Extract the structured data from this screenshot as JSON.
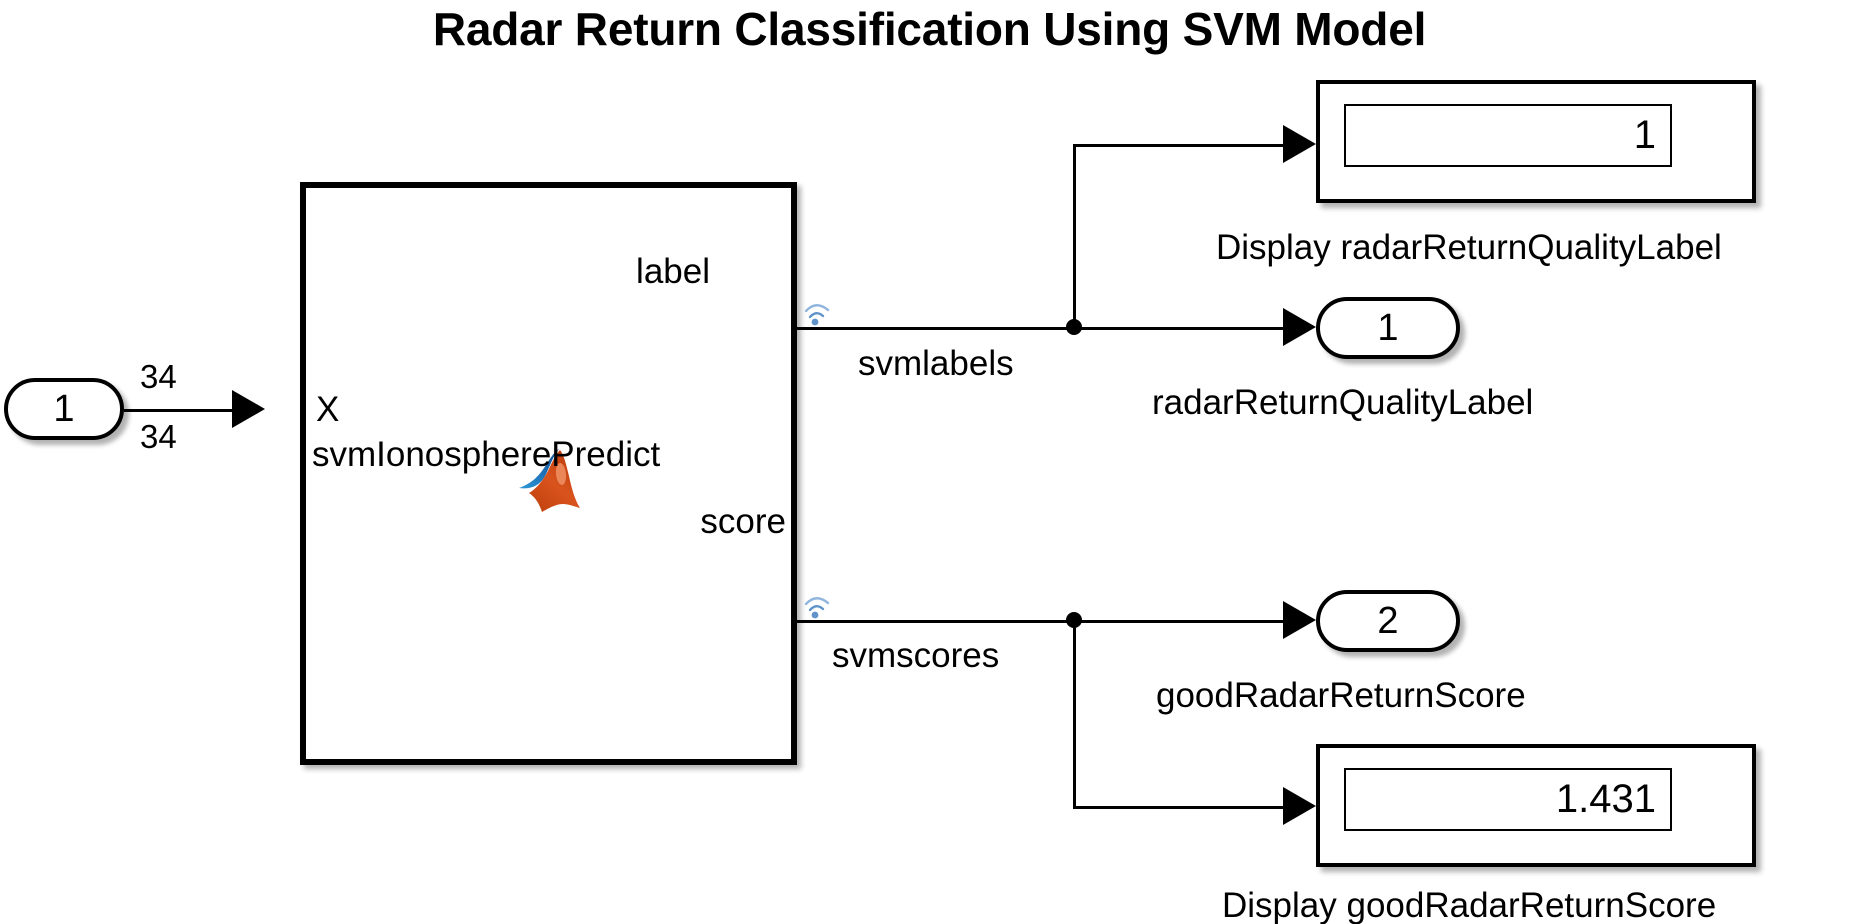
{
  "title": "Radar Return Classification Using SVM Model",
  "main_block": {
    "name": "svmIonospherePredict",
    "input_port_label": "X",
    "output_port_labels": [
      "label",
      "score"
    ],
    "logo_icon": "matlab-membrane-icon"
  },
  "inport": {
    "value": "1",
    "signal_dimension_top": "34",
    "signal_dimension_bottom": "34"
  },
  "signals": [
    {
      "name": "svmlabels",
      "icon": "wireless-broadcast-icon"
    },
    {
      "name": "svmscores",
      "icon": "wireless-broadcast-icon"
    }
  ],
  "displays": [
    {
      "value": "1",
      "caption": "Display radarReturnQualityLabel"
    },
    {
      "value": "1.431",
      "caption": "Display goodRadarReturnScore"
    }
  ],
  "outports": [
    {
      "value": "1",
      "caption": "radarReturnQualityLabel"
    },
    {
      "value": "2",
      "caption": "goodRadarReturnScore"
    }
  ],
  "colors": {
    "background": "#ffffff",
    "line": "#000000",
    "signal_icon": "#6f9fd0",
    "logo_blue": "#1b6ab0",
    "logo_orange": "#d7521f"
  }
}
